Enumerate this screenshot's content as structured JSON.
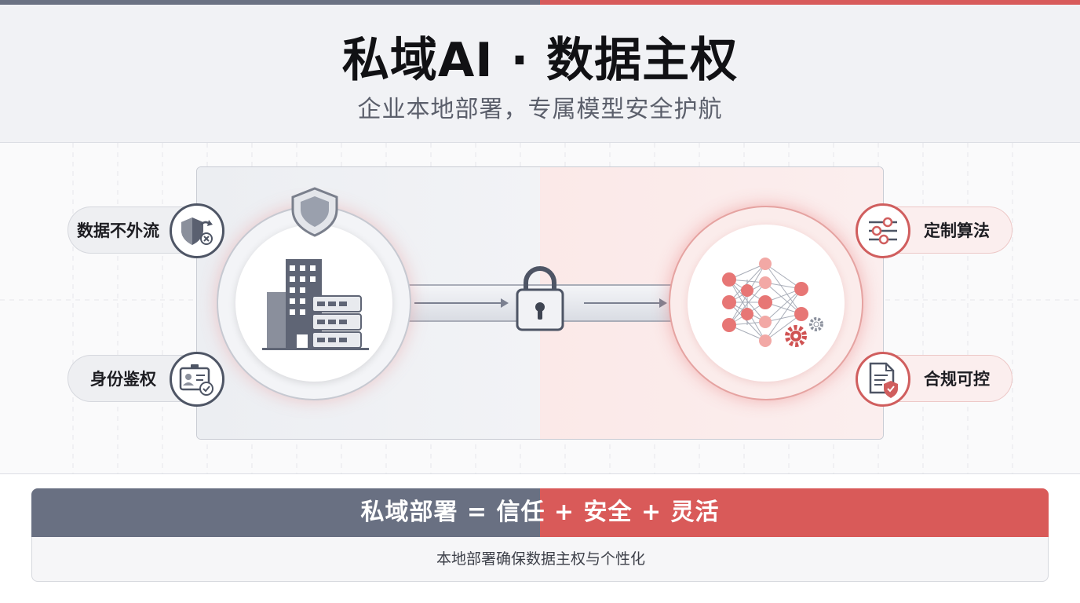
{
  "header": {
    "title": "私域AI · 数据主权",
    "subtitle": "企业本地部署，专属模型安全护航"
  },
  "features": {
    "left_top": "数据不外流",
    "left_bottom": "身份鉴权",
    "right_top": "定制算法",
    "right_bottom": "合规可控"
  },
  "icons": {
    "shield": "shield-icon",
    "building": "building-server-icon",
    "lock": "padlock-icon",
    "network": "neural-network-icon",
    "no_share": "shield-no-share-icon",
    "id_card": "id-card-check-icon",
    "sliders": "sliders-icon",
    "document": "document-shield-icon"
  },
  "summary": {
    "formula": "私域部署 = 信任 + 安全 + 灵活",
    "description": "本地部署确保数据主权与个性化"
  },
  "colors": {
    "gray": "#697082",
    "red": "#d95a59",
    "dark": "#4e5565"
  }
}
